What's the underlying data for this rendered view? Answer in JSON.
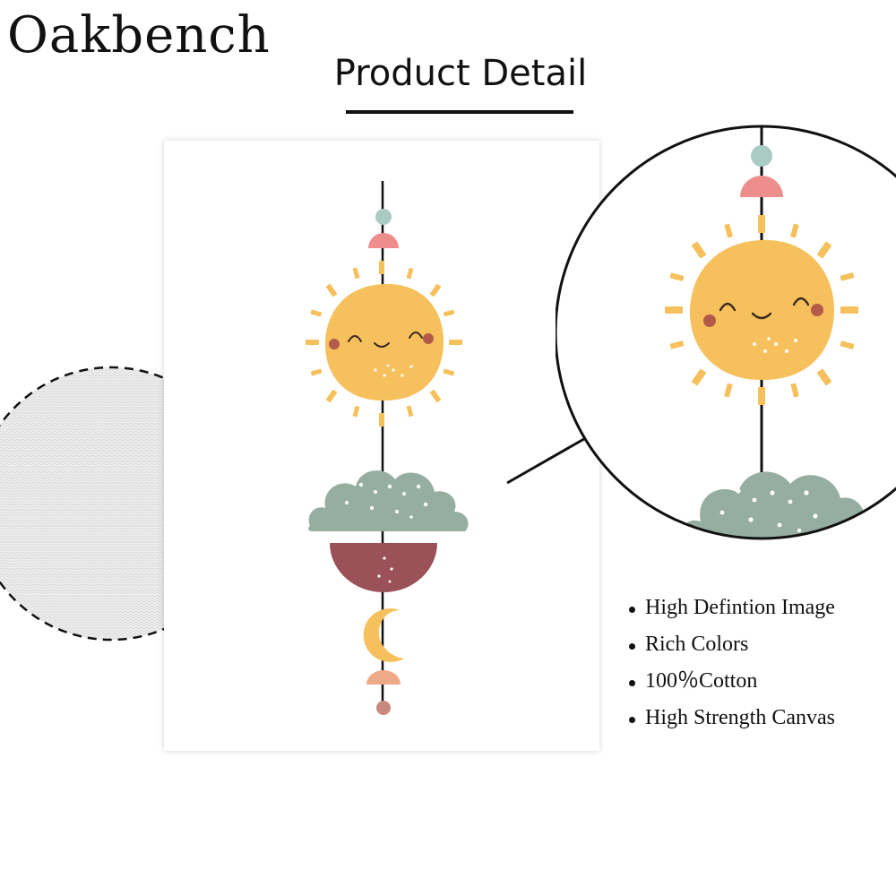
{
  "brand": "Oakbench",
  "title": "Product Detail",
  "features": [
    "High Defintion Image",
    "Rich Colors",
    "100％Cotton",
    "High Strength Canvas"
  ],
  "colors": {
    "sun": "#f6c05c",
    "ray": "#f6c05c",
    "cloud": "#96aea1",
    "bowl": "#9a5158",
    "pink": "#ee8e8c",
    "teal": "#a9cbc3",
    "peach": "#f0a988",
    "cheek": "#b35a4a",
    "line": "#111111"
  },
  "icons": {
    "zoom_arrow": "arrow-icon",
    "canvas_texture": "canvas-texture-swatch"
  }
}
